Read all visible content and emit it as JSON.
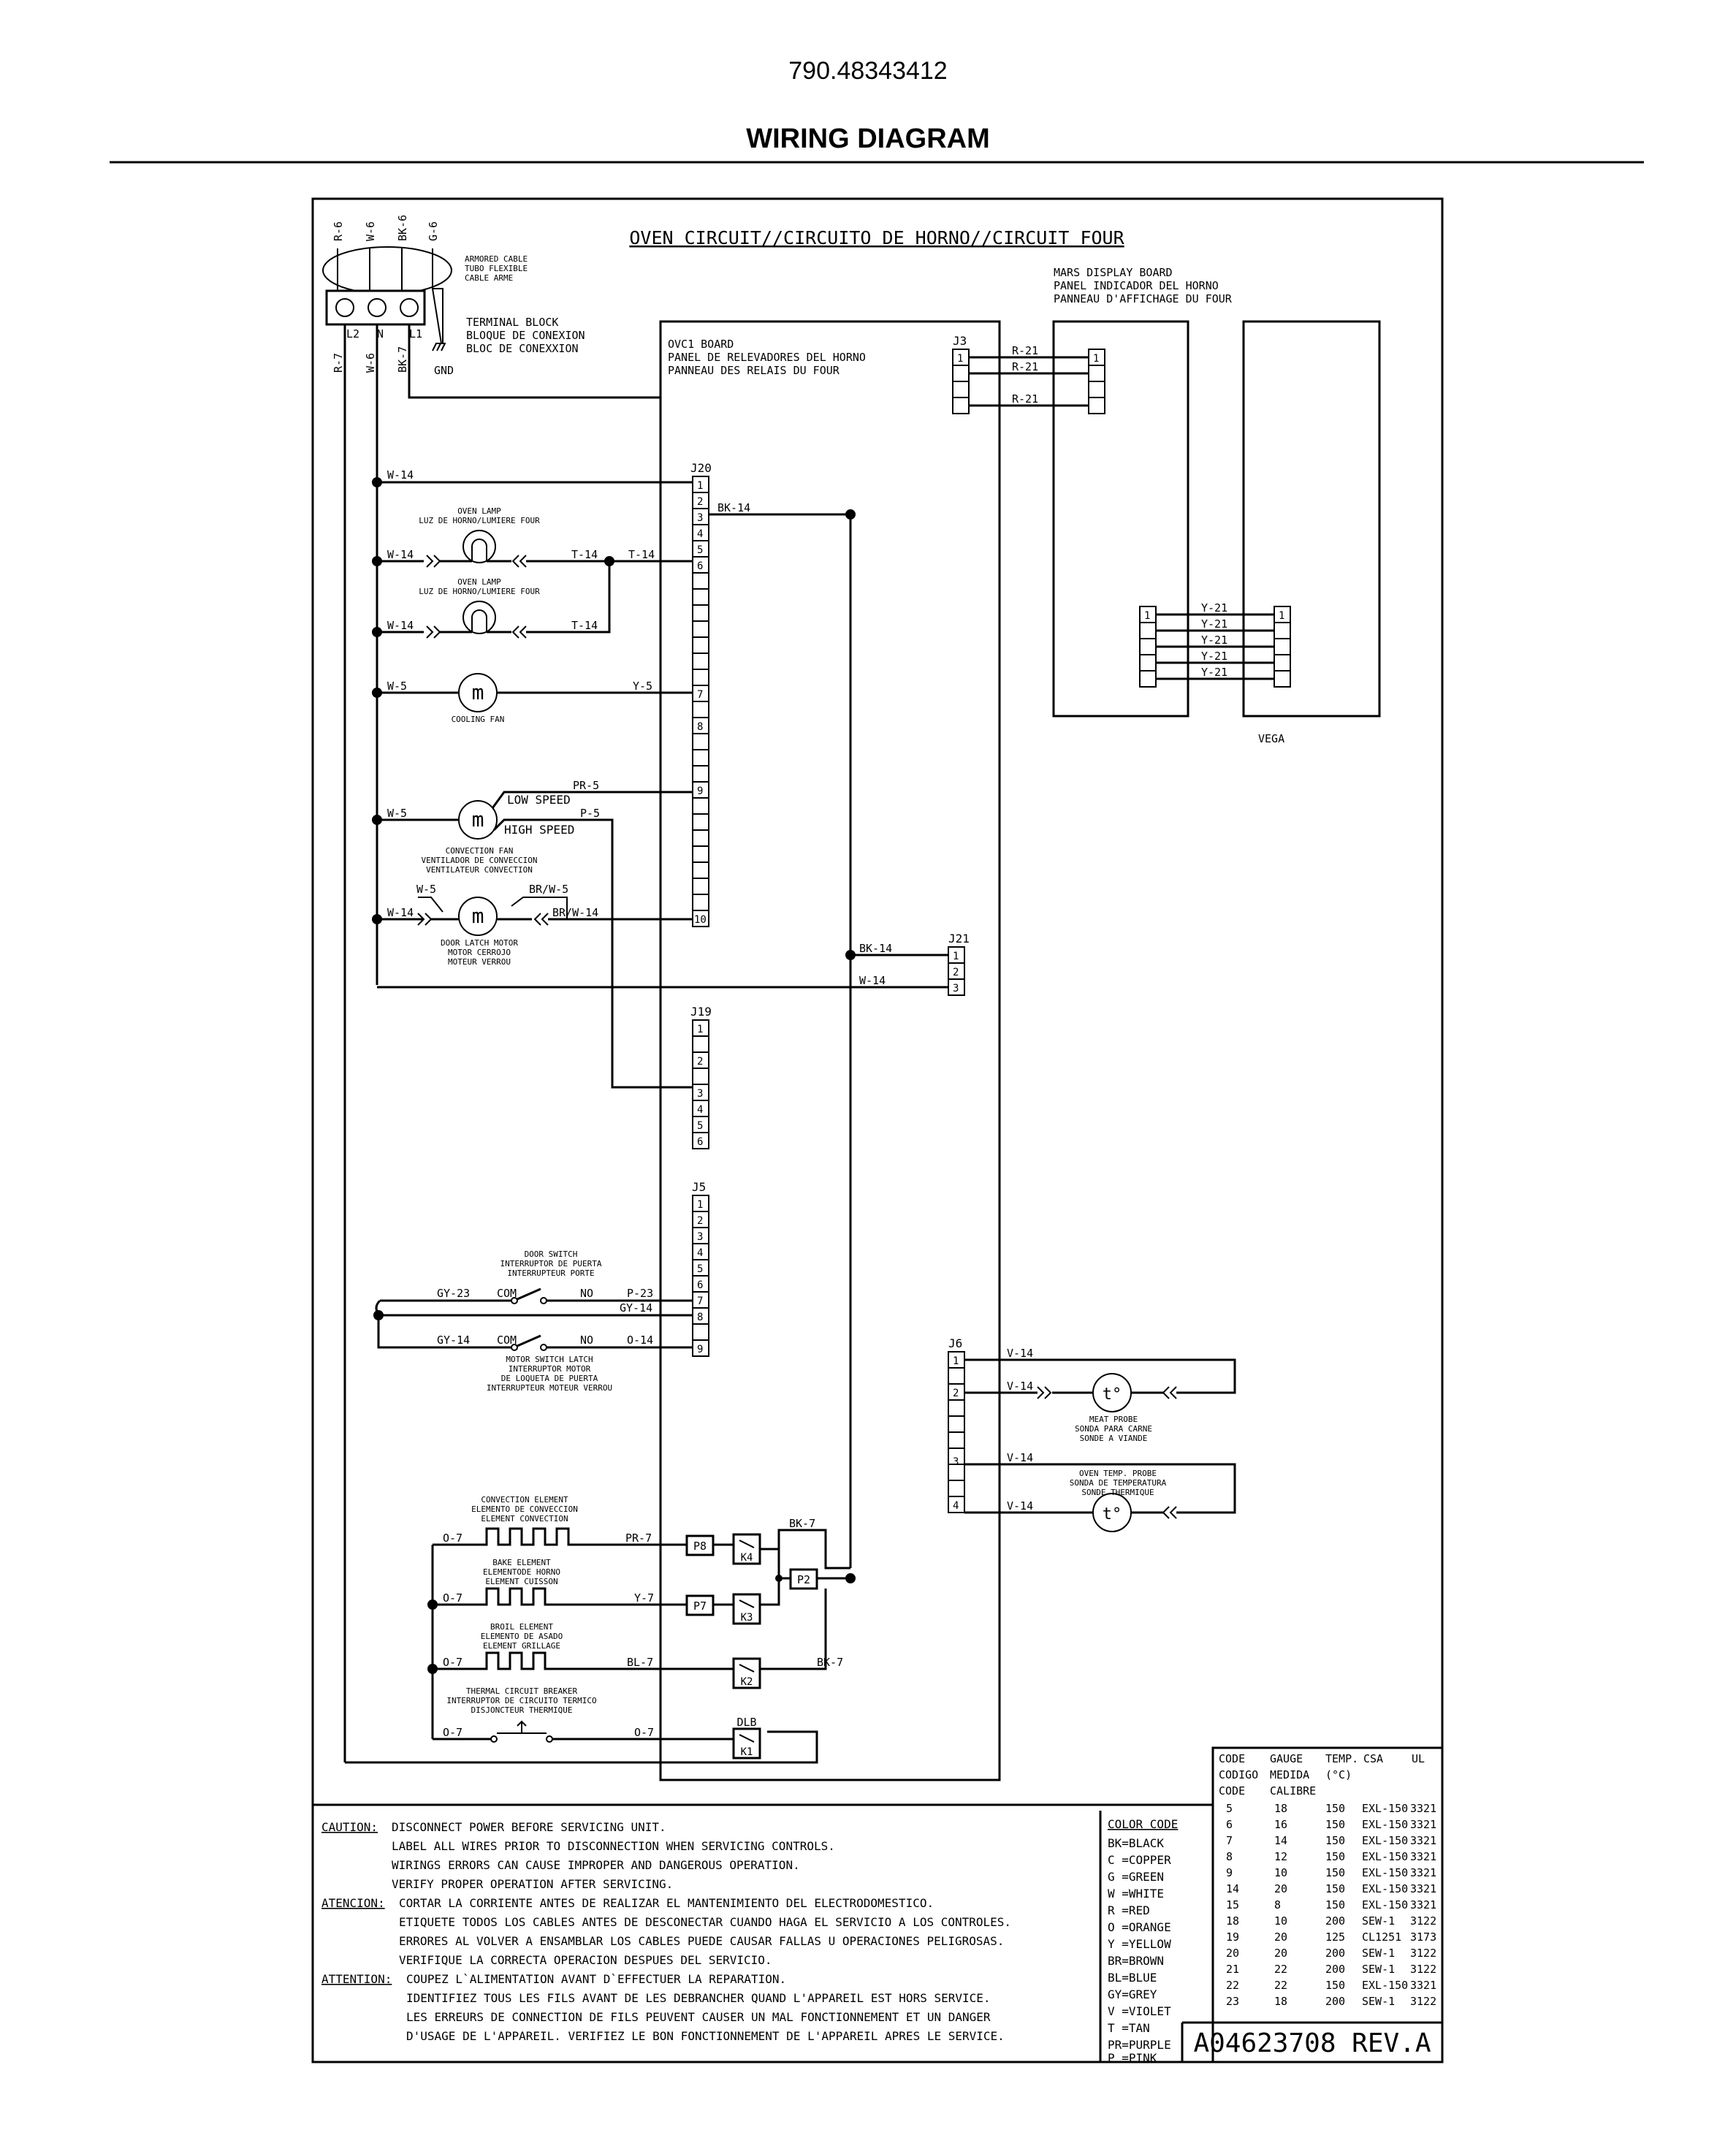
{
  "header": {
    "model": "790.48343412",
    "title": "WIRING DIAGRAM"
  },
  "circuit_title": "OVEN CIRCUIT//CIRCUITO DE HORNO//CIRCUIT FOUR",
  "supply_wires": [
    "R-6",
    "W-6",
    "BK-6",
    "G-6"
  ],
  "armored_cable": [
    "ARMORED CABLE",
    "TUBO FLEXIBLE",
    "CABLE ARME"
  ],
  "terminal_block": {
    "labels": [
      "TERMINAL BLOCK",
      "BLOQUE DE CONEXION",
      "BLOC DE CONEXXION"
    ],
    "terminals": [
      "L2",
      "N",
      "L1"
    ],
    "gnd": "GND"
  },
  "feed_wires": [
    "R-7",
    "W-6",
    "BK-7"
  ],
  "ovc1_board": [
    "OVC1 BOARD",
    "PANEL DE RELEVADORES DEL HORNO",
    "PANNEAU DES RELAIS DU FOUR"
  ],
  "mars_board": [
    "MARS DISPLAY BOARD",
    "PANEL INDICADOR DEL HORNO",
    "PANNEAU D'AFFICHAGE DU FOUR"
  ],
  "vega": "VEGA",
  "connectors": {
    "j3": "J3",
    "j20": "J20",
    "j21": "J21",
    "j19": "J19",
    "j5": "J5",
    "j6": "J6",
    "j20_pins": [
      "1",
      "2",
      "3",
      "4",
      "5",
      "6",
      "7",
      "8",
      "9",
      "10"
    ],
    "pins_1_6": [
      "1",
      "2",
      "3",
      "4",
      "5",
      "6"
    ],
    "pins_1_9": [
      "1",
      "2",
      "3",
      "4",
      "5",
      "6",
      "7",
      "8",
      "9"
    ],
    "pins_1_4": [
      "1",
      "2",
      "3",
      "4"
    ],
    "pin1": "1"
  },
  "wires": {
    "r21": "R-21",
    "y21": "Y-21",
    "w14": "W-14",
    "bk14": "BK-14",
    "t14": "T-14",
    "w5": "W-5",
    "y5": "Y-5",
    "pr5": "PR-5",
    "p5": "P-5",
    "brw5": "BR/W-5",
    "brw14": "BR/W-14",
    "gy23": "GY-23",
    "p23": "P-23",
    "gy14": "GY-14",
    "o14": "O-14",
    "v14": "V-14",
    "o7": "O-7",
    "pr7": "PR-7",
    "y7": "Y-7",
    "bl7": "BL-7",
    "bk7": "BK-7"
  },
  "components": {
    "oven_lamp": [
      "OVEN LAMP",
      "LUZ DE HORNO/LUMIERE FOUR"
    ],
    "cooling_fan": "COOLING FAN",
    "convection_fan": [
      "CONVECTION FAN",
      "VENTILADOR DE CONVECCION",
      "VENTILATEUR CONVECTION"
    ],
    "low_speed": "LOW SPEED",
    "high_speed": "HIGH SPEED",
    "door_latch_motor": [
      "DOOR LATCH MOTOR",
      "MOTOR CERROJO",
      "MOTEUR VERROU"
    ],
    "door_switch": [
      "DOOR SWITCH",
      "INTERRUPTOR DE PUERTA",
      "INTERRUPTEUR PORTE"
    ],
    "motor_switch": [
      "MOTOR SWITCH LATCH",
      "INTERRUPTOR MOTOR",
      "DE LOQUETA DE PUERTA",
      "INTERRUPTEUR MOTEUR VERROU"
    ],
    "com": "COM",
    "no": "NO",
    "meat_probe": [
      "MEAT PROBE",
      "SONDA PARA CARNE",
      "SONDE A VIANDE"
    ],
    "oven_probe": [
      "OVEN TEMP. PROBE",
      "SONDA DE TEMPERATURA",
      "SONDE THERMIQUE"
    ],
    "probe_symbol": "t°",
    "convection_element": [
      "CONVECTION ELEMENT",
      "ELEMENTO DE CONVECCION",
      "ELEMENT CONVECTION"
    ],
    "bake_element": [
      "BAKE ELEMENT",
      "ELEMENTODE HORNO",
      "ELEMENT CUISSON"
    ],
    "broil_element": [
      "BROIL ELEMENT",
      "ELEMENTO DE ASADO",
      "ELEMENT GRILLAGE"
    ],
    "thermal_breaker": [
      "THERMAL CIRCUIT BREAKER",
      "INTERRUPTOR DE CIRCUITO TERMICO",
      "DISJONCTEUR THERMIQUE"
    ],
    "relays": {
      "p8": "P8",
      "p7": "P7",
      "p2": "P2",
      "k4": "K4",
      "k3": "K3",
      "k2": "K2",
      "k1": "K1",
      "dlb": "DLB"
    }
  },
  "caution": {
    "en_label": "CAUTION:",
    "en": [
      "DISCONNECT POWER BEFORE SERVICING UNIT.",
      "LABEL ALL WIRES PRIOR TO DISCONNECTION WHEN SERVICING CONTROLS.",
      "WIRINGS ERRORS CAN CAUSE IMPROPER AND DANGEROUS OPERATION.",
      "VERIFY PROPER OPERATION AFTER SERVICING."
    ],
    "es_label": "ATENCION:",
    "es": [
      "CORTAR LA CORRIENTE ANTES DE REALIZAR EL MANTENIMIENTO DEL ELECTRODOMESTICO.",
      "ETIQUETE TODOS LOS CABLES ANTES DE DESCONECTAR CUANDO HAGA EL SERVICIO A LOS CONTROLES.",
      "ERRORES AL VOLVER A ENSAMBLAR LOS CABLES PUEDE CAUSAR FALLAS U OPERACIONES PELIGROSAS.",
      "VERIFIQUE LA CORRECTA OPERACION DESPUES DEL SERVICIO."
    ],
    "fr_label": "ATTENTION:",
    "fr": [
      "COUPEZ L`ALIMENTATION AVANT D`EFFECTUER LA REPARATION.",
      "IDENTIFIEZ TOUS LES FILS AVANT DE LES DEBRANCHER QUAND L'APPAREIL EST HORS SERVICE.",
      "LES ERREURS DE CONNECTION DE FILS PEUVENT CAUSER UN MAL FONCTIONNEMENT ET UN DANGER",
      "D'USAGE DE L'APPAREIL. VERIFIEZ LE BON FONCTIONNEMENT DE L'APPAREIL APRES LE SERVICE."
    ]
  },
  "color_code": {
    "title": "COLOR CODE",
    "items": [
      "BK=BLACK",
      "C =COPPER",
      "G =GREEN",
      "W =WHITE",
      "R =RED",
      "O =ORANGE",
      "Y =YELLOW",
      "BR=BROWN",
      "BL=BLUE",
      "GY=GREY",
      "V =VIOLET",
      "T =TAN",
      "PR=PURPLE",
      "P =PINK"
    ]
  },
  "gauge_table": {
    "header1": [
      "CODE",
      "GAUGE",
      "TEMP.",
      "CSA",
      "UL"
    ],
    "header2": [
      "CODIGO",
      "MEDIDA",
      "(°C)"
    ],
    "header3": [
      "CODE",
      "CALIBRE"
    ],
    "rows": [
      [
        "5",
        "18",
        "150",
        "EXL-150",
        "3321"
      ],
      [
        "6",
        "16",
        "150",
        "EXL-150",
        "3321"
      ],
      [
        "7",
        "14",
        "150",
        "EXL-150",
        "3321"
      ],
      [
        "8",
        "12",
        "150",
        "EXL-150",
        "3321"
      ],
      [
        "9",
        "10",
        "150",
        "EXL-150",
        "3321"
      ],
      [
        "14",
        "20",
        "150",
        "EXL-150",
        "3321"
      ],
      [
        "15",
        "8",
        "150",
        "EXL-150",
        "3321"
      ],
      [
        "18",
        "10",
        "200",
        "SEW-1",
        "3122"
      ],
      [
        "19",
        "20",
        "125",
        "CL1251",
        "3173"
      ],
      [
        "20",
        "20",
        "200",
        "SEW-1",
        "3122"
      ],
      [
        "21",
        "22",
        "200",
        "SEW-1",
        "3122"
      ],
      [
        "22",
        "22",
        "150",
        "EXL-150",
        "3321"
      ],
      [
        "23",
        "18",
        "200",
        "SEW-1",
        "3122"
      ]
    ]
  },
  "part_number": "A04623708 REV.A"
}
